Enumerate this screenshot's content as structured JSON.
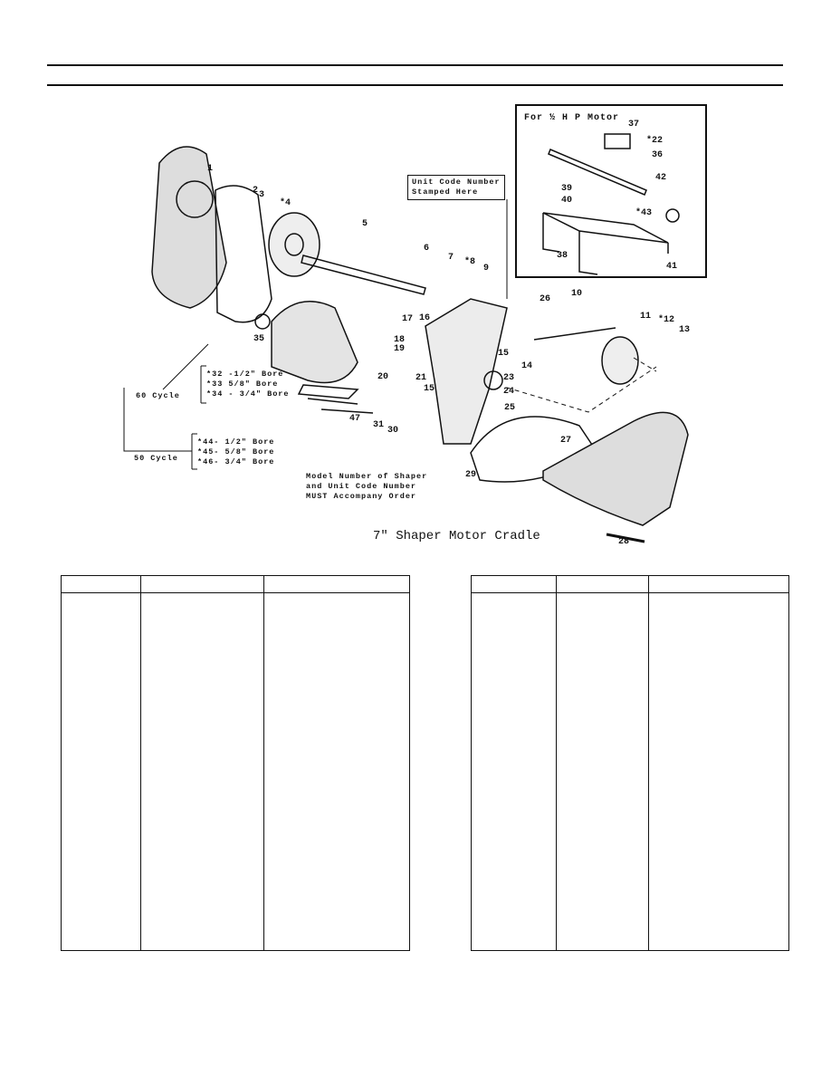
{
  "figure": {
    "caption": "7\" Shaper Motor Cradle",
    "inset_title": "For ½ H P Motor",
    "unit_code_note": [
      "Unit Code Number",
      "Stamped Here"
    ],
    "order_note": [
      "Model Number of Shaper",
      "and Unit Code Number",
      "MUST Accompany Order"
    ],
    "cycle_60": {
      "label": "60 Cycle",
      "options": [
        "*32 -1/2\" Bore",
        "*33  5/8\" Bore",
        "*34 - 3/4\" Bore"
      ]
    },
    "cycle_50": {
      "label": "50 Cycle",
      "options": [
        "*44- 1/2\" Bore",
        "*45- 5/8\" Bore",
        "*46- 3/4\" Bore"
      ]
    },
    "callouts": [
      "1",
      "2",
      "3",
      "*4",
      "5",
      "6",
      "7",
      "*8",
      "9",
      "10",
      "11",
      "*12",
      "13",
      "14",
      "15",
      "15",
      "16",
      "17",
      "18",
      "19",
      "20",
      "21",
      "23",
      "24",
      "25",
      "26",
      "27",
      "28",
      "29",
      "30",
      "31",
      "35",
      "47",
      "37",
      "*22",
      "36",
      "42",
      "39",
      "40",
      "*43",
      "38",
      "41"
    ]
  },
  "tables": {
    "left": {
      "headers": [
        "",
        "",
        ""
      ]
    },
    "right": {
      "headers": [
        "",
        "",
        ""
      ]
    }
  }
}
